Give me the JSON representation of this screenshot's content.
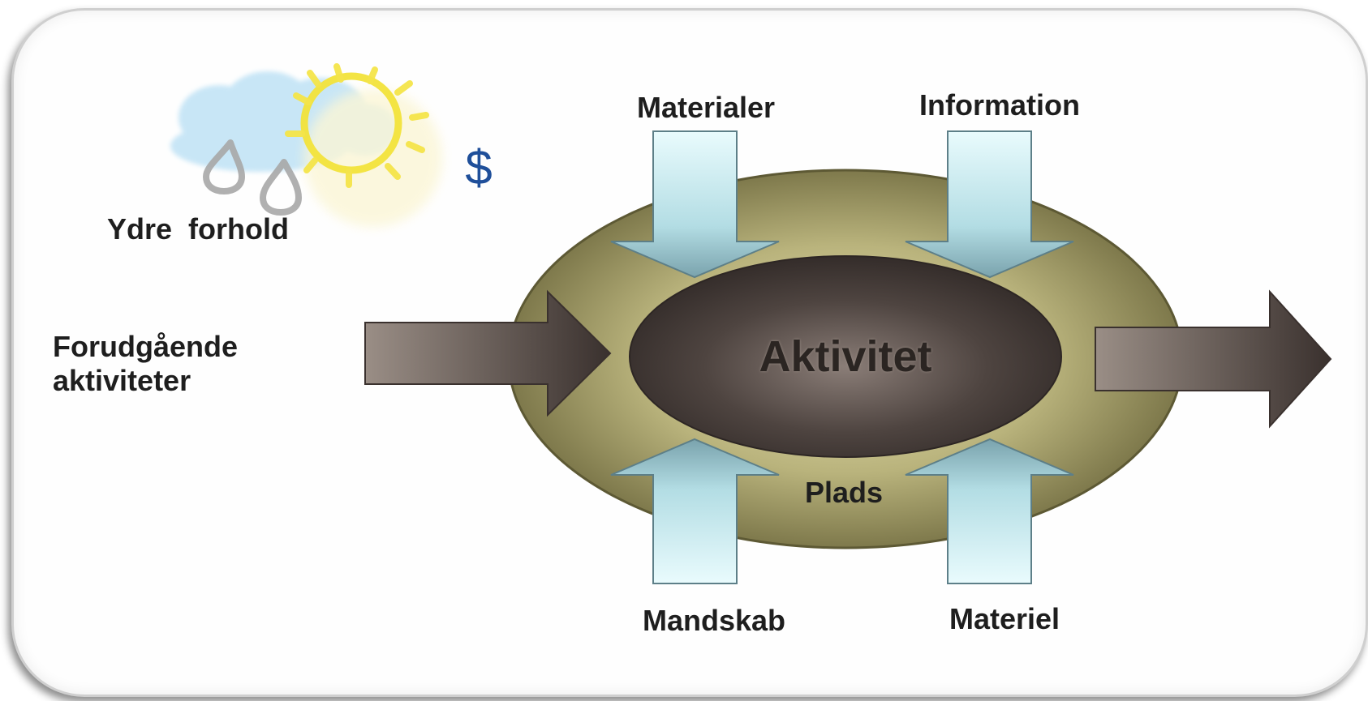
{
  "diagram": {
    "center_label": "Aktivitet",
    "labels": {
      "external": "Ydre  forhold",
      "preceding_line1": "Forudgående",
      "preceding_line2": "aktiviteter",
      "materials": "Materialer",
      "information": "Information",
      "space": "Plads",
      "manpower": "Mandskab",
      "equipment": "Materiel"
    },
    "currency_symbol": "$",
    "icons": [
      "cloud-icon",
      "sun-icon",
      "raindrop-icon",
      "dollar-icon"
    ],
    "colors": {
      "outer_ring": "#8a8556",
      "inner_core": "#4a413e",
      "input_arrows": "#bfe8ee",
      "flow_arrows": "#5e5450",
      "sun": "#f2e33a",
      "cloud": "#bfe2f5",
      "currency": "#1f4f9a"
    }
  }
}
